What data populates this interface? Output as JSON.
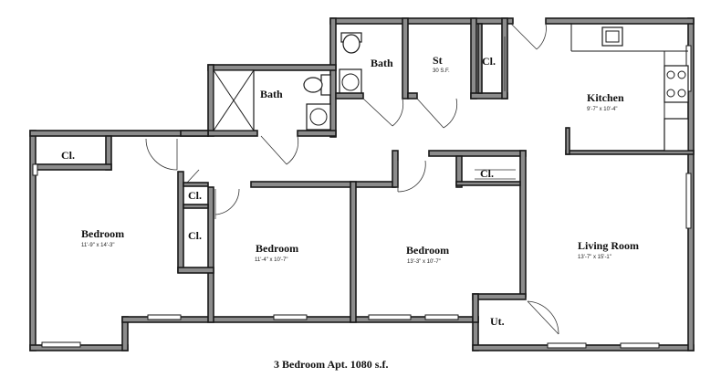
{
  "caption": "3 Bedroom Apt. 1080 s.f.",
  "rooms": {
    "bedroom1": {
      "label": "Bedroom",
      "dims": "11'-9\" x 14'-3\""
    },
    "bedroom2": {
      "label": "Bedroom",
      "dims": "11'-4\" x 10'-7\""
    },
    "bedroom3": {
      "label": "Bedroom",
      "dims": "13'-3\" x 10'-7\""
    },
    "living": {
      "label": "Living Room",
      "dims": "13'-7\" x 15'-1\""
    },
    "kitchen": {
      "label": "Kitchen",
      "dims": "9'-7\" x 10'-4\""
    },
    "bath1": {
      "label": "Bath"
    },
    "bath2": {
      "label": "Bath"
    },
    "storage": {
      "label": "St",
      "dims": "30 S.F."
    }
  },
  "closets": {
    "bed1": "Cl.",
    "bed2_upper": "Cl.",
    "bed2_lower": "Cl.",
    "bed3": "Cl.",
    "hall": "Cl.",
    "utility": "Ut."
  }
}
